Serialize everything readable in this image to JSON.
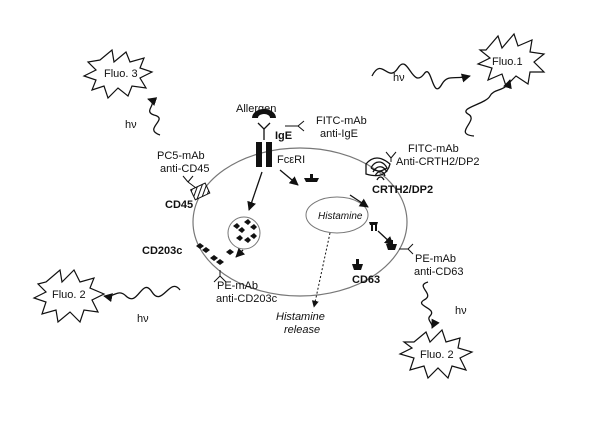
{
  "labels": {
    "allergen": "Allergen",
    "ige": "IgE",
    "fceri": "FcεRI",
    "fitc_ige_line1": "FITC-mAb",
    "fitc_ige_line2": "anti-IgE",
    "fitc_crth2_line1": "FITC-mAb",
    "fitc_crth2_line2": "Anti-CRTH2/DP2",
    "crth2": "CRTH2/DP2",
    "pc5_line1": "PC5-mAb",
    "pc5_line2": "anti-CD45",
    "cd45": "CD45",
    "cd203c": "CD203c",
    "pe203_line1": "PE-mAb",
    "pe203_line2": "anti-CD203c",
    "histamine": "Histamine",
    "histamine_release_line1": "Histamine",
    "histamine_release_line2": "release",
    "cd63": "CD63",
    "pe63_line1": "PE-mAb",
    "pe63_line2": "anti-CD63"
  },
  "bursts": {
    "fluo3": "Fluo. 3",
    "fluo1": "Fluo.1",
    "fluo2_left": "Fluo. 2",
    "fluo2_bottom": "Fluo. 2"
  },
  "hv": {
    "symbol": "hν"
  }
}
